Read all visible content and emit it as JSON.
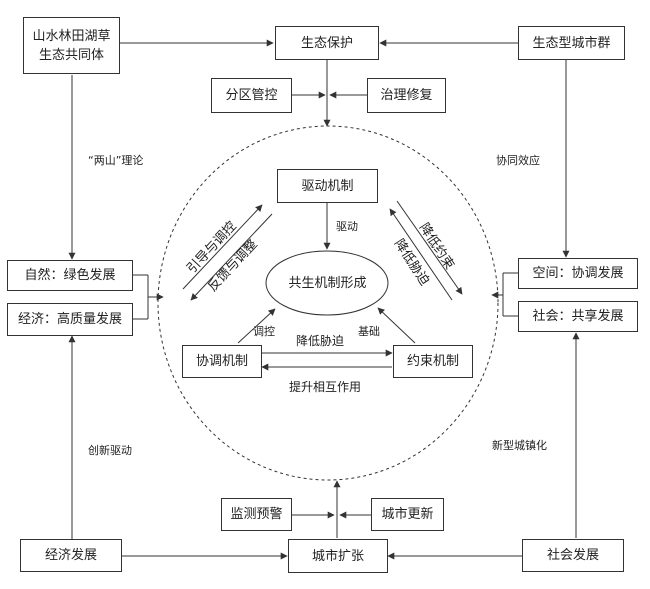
{
  "nodes": {
    "mountains": [
      "山水林田湖草",
      "生态共同体"
    ],
    "eco_protection": "生态保护",
    "eco_city_cluster": "生态型城市群",
    "zoning_control": "分区管控",
    "governance_repair": "治理修复",
    "nature_green": "自然：绿色发展",
    "economy_quality": "经济：高质量发展",
    "space_coord": "空间：协调发展",
    "society_share": "社会：共享发展",
    "driving_mechanism": "驱动机制",
    "symbiosis": "共生机制形成",
    "coord_mechanism": "协调机制",
    "constraint_mechanism": "约束机制",
    "monitoring": "监测预警",
    "urban_renewal": "城市更新",
    "economic_dev": "经济发展",
    "urban_expansion": "城市扩张",
    "social_dev": "社会发展"
  },
  "edge_labels": {
    "two_mountains": "“两山”理论",
    "synergy": "协同效应",
    "innovation": "创新驱动",
    "new_urbanization": "新型城镇化",
    "drive": "驱动",
    "regulate": "调控",
    "foundation": "基础",
    "reduce_stress_mid": "降低胁迫",
    "improve_interaction": "提升相互作用",
    "guide_control": "引导与调控",
    "feedback_adjust": "反馈与调整",
    "reduce_constraint": "降低约束",
    "reduce_stress_diag": "降低胁迫"
  }
}
